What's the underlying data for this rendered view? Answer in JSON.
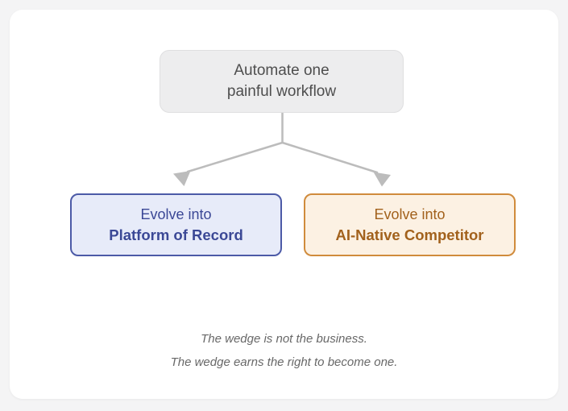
{
  "page": {
    "background_color": "#f4f4f5",
    "card_color": "#ffffff"
  },
  "diagram": {
    "root_node": {
      "line1": "Automate one",
      "line2": "painful workflow",
      "background": "#ededee",
      "border_color": "#dfdfe0",
      "text_color": "#4e4e4e"
    },
    "branches": [
      {
        "id": "platform-of-record",
        "line1": "Evolve into",
        "line2": "Platform of Record",
        "background": "#e7ebf9",
        "border_color": "#4c5aa7",
        "text_color": "#3b4896"
      },
      {
        "id": "ai-native-competitor",
        "line1": "Evolve into",
        "line2": "AI-Native Competitor",
        "background": "#fcf1e3",
        "border_color": "#d08b3c",
        "text_color": "#a2611c"
      }
    ],
    "arrow_color": "#bcbcbc"
  },
  "caption": {
    "line1": "The wedge is not the business.",
    "line2": "The wedge earns the right to become one.",
    "text_color": "#686868"
  }
}
